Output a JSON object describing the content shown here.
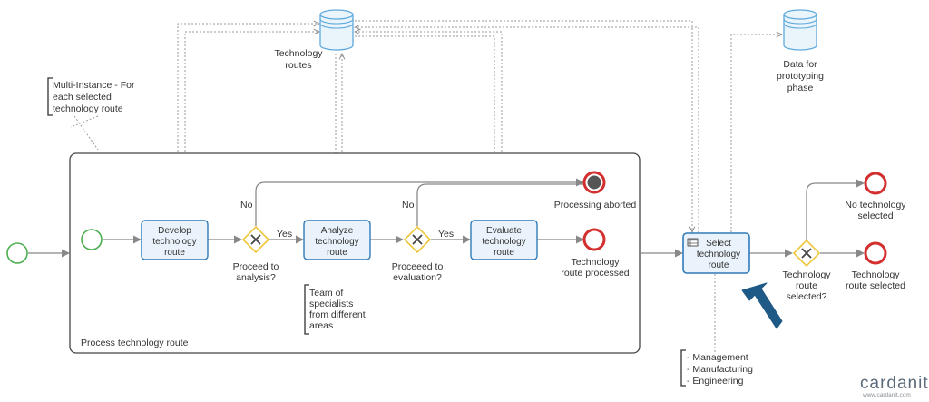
{
  "diagram": {
    "start_event": {},
    "subprocess": {
      "label": "Process technology route",
      "inner_start": {},
      "tasks": {
        "develop": [
          "Develop",
          "technology",
          "route"
        ],
        "analyze": [
          "Analyze",
          "technology",
          "route"
        ],
        "evaluate": [
          "Evaluate",
          "technology",
          "route"
        ]
      },
      "gateways": {
        "to_analysis": {
          "label": [
            "Proceed to",
            "analysis?"
          ],
          "yes": "Yes",
          "no": "No"
        },
        "to_evaluation": {
          "label": [
            "Proceeed to",
            "evaluation?"
          ],
          "yes": "Yes",
          "no": "No"
        }
      },
      "end_events": {
        "aborted": "Processing aborted",
        "processed": [
          "Technology",
          "route processed"
        ]
      }
    },
    "annotations": {
      "multi_instance": [
        "Multi-Instance - For",
        "each selected",
        "technology route"
      ],
      "team": [
        "Team of",
        "specialists",
        "from different",
        "areas"
      ],
      "departments": [
        "- Management",
        "- Manufacturing",
        "- Engineering"
      ]
    },
    "data_stores": {
      "routes": [
        "Technology",
        "routes"
      ],
      "prototyping": [
        "Data for",
        "prototyping",
        "phase"
      ]
    },
    "select_task": [
      "Select",
      "technology",
      "route"
    ],
    "select_gateway": [
      "Technology",
      "route",
      "selected?"
    ],
    "final_events": {
      "none": [
        "No technology",
        "selected"
      ],
      "selected": [
        "Technology",
        "route selected"
      ]
    }
  },
  "brand": {
    "name": "cardanit",
    "url": "www.cardanit.com"
  },
  "colors": {
    "task_stroke": "#2f7ab8",
    "task_fill": "#eaf3fb",
    "start_stroke": "#4caf50",
    "end_stroke": "#d32f2f",
    "gateway_stroke": "#f0c63c",
    "flow": "#888888",
    "arrow_callout": "#1f5a86",
    "datastore_stroke": "#5ea9dc",
    "datastore_fill": "#eaf4fb"
  }
}
